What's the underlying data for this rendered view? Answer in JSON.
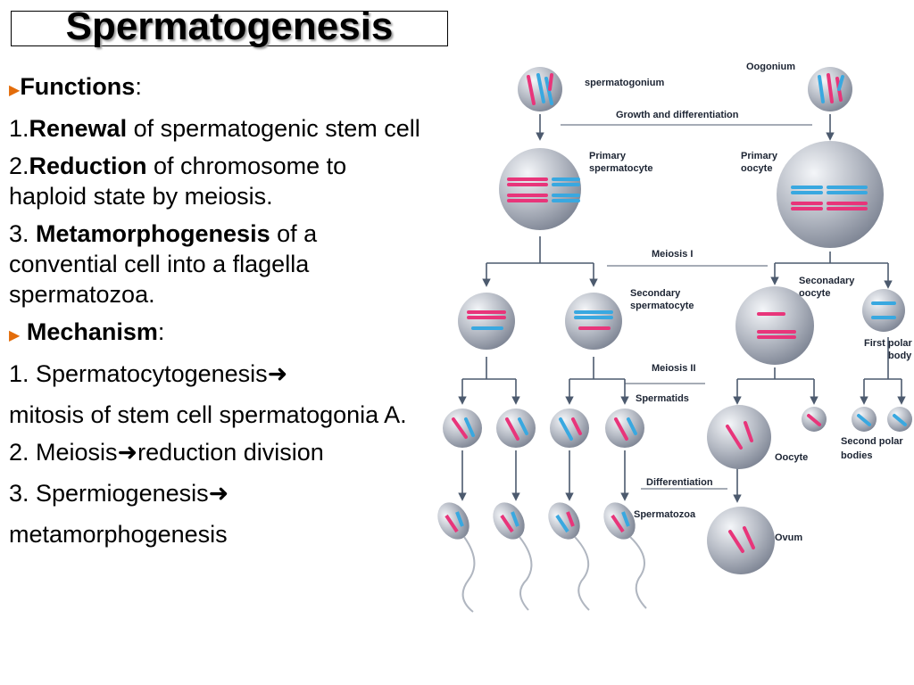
{
  "title": "Spermatogenesis",
  "text": {
    "functions_heading": "Functions",
    "colon": ":",
    "f1_num": "1.",
    "f1_bold": "Renewal",
    "f1_rest": " of spermatogenic stem cell",
    "f2_num": "2.",
    "f2_bold": "Reduction",
    "f2_rest": " of chromosome to haploid state by meiosis.",
    "f3_num": "3. ",
    "f3_bold": "Metamorphogenesis",
    "f3_rest": " of a convential cell into a flagella spermatozoa.",
    "mechanism_heading": "Mechanism",
    "m1": "1. Spermatocytogenesis",
    "m1_cont": "mitosis of stem cell spermatogonia A.",
    "m2": "2. Meiosis",
    "m2_rest": "reduction division",
    "m3": "3. Spermiogenesis",
    "m3_cont": "metamorphogenesis"
  },
  "diagram_labels": {
    "spermatogonium": "spermatogonium",
    "oogonium": "Oogonium",
    "growth": "Growth and differentiation",
    "primary_spermatocyte_1": "Primary",
    "primary_spermatocyte_2": "spermatocyte",
    "primary_oocyte_1": "Primary",
    "primary_oocyte_2": "oocyte",
    "meiosis1": "Meiosis I",
    "secondary_spermatocyte_1": "Secondary",
    "secondary_spermatocyte_2": "spermatocyte",
    "secondary_oocyte_1": "Seconadary",
    "secondary_oocyte_2": "oocyte",
    "first_polar_1": "First polar",
    "first_polar_2": "body",
    "meiosis2": "Meiosis II",
    "spermatids": "Spermatids",
    "oocyte": "Oocyte",
    "second_polar_1": "Second polar",
    "second_polar_2": "bodies",
    "differentiation": "Differentiation",
    "spermatozoa": "Spermatozoa",
    "ovum": "Ovum"
  },
  "colors": {
    "pink": "#e8357a",
    "blue": "#39a8e0",
    "bullet": "#e36c0a"
  }
}
